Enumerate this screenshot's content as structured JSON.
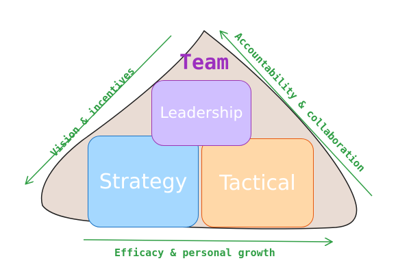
{
  "diagram": {
    "title": "Team",
    "boxes": {
      "leadership": {
        "label": "Leadership",
        "fill": "#d0bfff",
        "stroke": "#9c36b5"
      },
      "strategy": {
        "label": "Strategy",
        "fill": "#a5d8ff",
        "stroke": "#1971c2"
      },
      "tactical": {
        "label": "Tactical",
        "fill": "#ffd8a8",
        "stroke": "#e8590c"
      }
    },
    "edges": {
      "left": {
        "label": "Vision & incentives"
      },
      "right": {
        "label": "Accountability & collaboration"
      },
      "bottom": {
        "label": "Efficacy & personal growth"
      }
    },
    "colors": {
      "triangle_fill": "#e9dcd4",
      "triangle_stroke": "#1e1e1e",
      "arrow": "#2f9e44",
      "title": "#9c2fbf"
    }
  }
}
